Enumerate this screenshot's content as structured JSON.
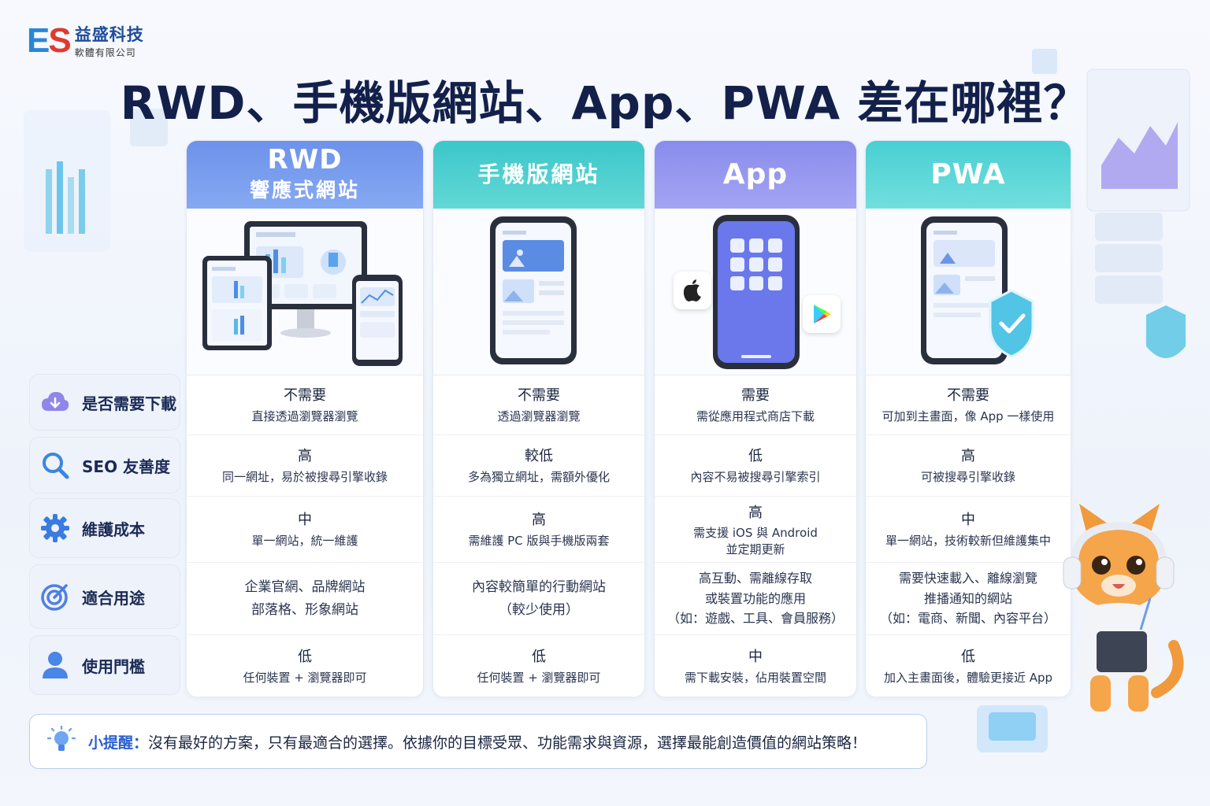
{
  "logo": {
    "mark_e": "E",
    "mark_s": "S",
    "name": "益盛科技",
    "subname": "軟體有限公司"
  },
  "title": "RWD、手機版網站、App、PWA 差在哪裡？",
  "columns": [
    {
      "title": "RWD",
      "subtitle": "響應式網站",
      "gradient": [
        "#6d92ea",
        "#86a9f2"
      ]
    },
    {
      "title": "手機版網站",
      "subtitle": "",
      "gradient": [
        "#3cc7c9",
        "#62d8d6"
      ]
    },
    {
      "title": "App",
      "subtitle": "",
      "gradient": [
        "#8a8cec",
        "#a3a4f3"
      ]
    },
    {
      "title": "PWA",
      "subtitle": "",
      "gradient": [
        "#48cfd3",
        "#72dfdd"
      ]
    }
  ],
  "row_labels": [
    {
      "label": "是否需要下載",
      "icon": "cloud-download-icon"
    },
    {
      "label": "SEO 友善度",
      "icon": "search-icon"
    },
    {
      "label": "維護成本",
      "icon": "gear-icon"
    },
    {
      "label": "適合用途",
      "icon": "target-icon"
    },
    {
      "label": "使用門檻",
      "icon": "user-icon"
    }
  ],
  "cells": [
    [
      {
        "main": "不需要",
        "sub": "直接透過瀏覽器瀏覽"
      },
      {
        "main": "高",
        "sub": "同一網址，易於被搜尋引擎收錄"
      },
      {
        "main": "中",
        "sub": "單一網站，統一維護"
      },
      {
        "main": "",
        "sub": "企業官網、品牌網站\n部落格、形象網站"
      },
      {
        "main": "低",
        "sub": "任何裝置 + 瀏覽器即可"
      }
    ],
    [
      {
        "main": "不需要",
        "sub": "透過瀏覽器瀏覽"
      },
      {
        "main": "較低",
        "sub": "多為獨立網址，需額外優化"
      },
      {
        "main": "高",
        "sub": "需維護 PC 版與手機版兩套"
      },
      {
        "main": "",
        "sub": "內容較簡單的行動網站\n（較少使用）"
      },
      {
        "main": "低",
        "sub": "任何裝置 + 瀏覽器即可"
      }
    ],
    [
      {
        "main": "需要",
        "sub": "需從應用程式商店下載"
      },
      {
        "main": "低",
        "sub": "內容不易被搜尋引擎索引"
      },
      {
        "main": "高",
        "sub": "需支援 iOS 與 Android\n並定期更新"
      },
      {
        "main": "",
        "sub": "高互動、需離線存取\n或裝置功能的應用\n（如：遊戲、工具、會員服務）"
      },
      {
        "main": "中",
        "sub": "需下載安裝，佔用裝置空間"
      }
    ],
    [
      {
        "main": "不需要",
        "sub": "可加到主畫面，像 App 一樣使用"
      },
      {
        "main": "高",
        "sub": "可被搜尋引擎收錄"
      },
      {
        "main": "中",
        "sub": "單一網站，技術較新但維護集中"
      },
      {
        "main": "",
        "sub": "需要快速載入、離線瀏覽\n推播通知的網站\n（如：電商、新聞、內容平台）"
      },
      {
        "main": "低",
        "sub": "加入主畫面後，體驗更接近 App"
      }
    ]
  ],
  "tip": {
    "keyword": "小提醒：",
    "text": "沒有最好的方案，只有最適合的選擇。依據你的目標受眾、功能需求與資源，選擇最能創造價值的網站策略！",
    "icon": "lightbulb-icon"
  },
  "colors": {
    "primary": "#13204a",
    "accent": "#2a5fcf",
    "label_bg": "#eef2fa"
  }
}
